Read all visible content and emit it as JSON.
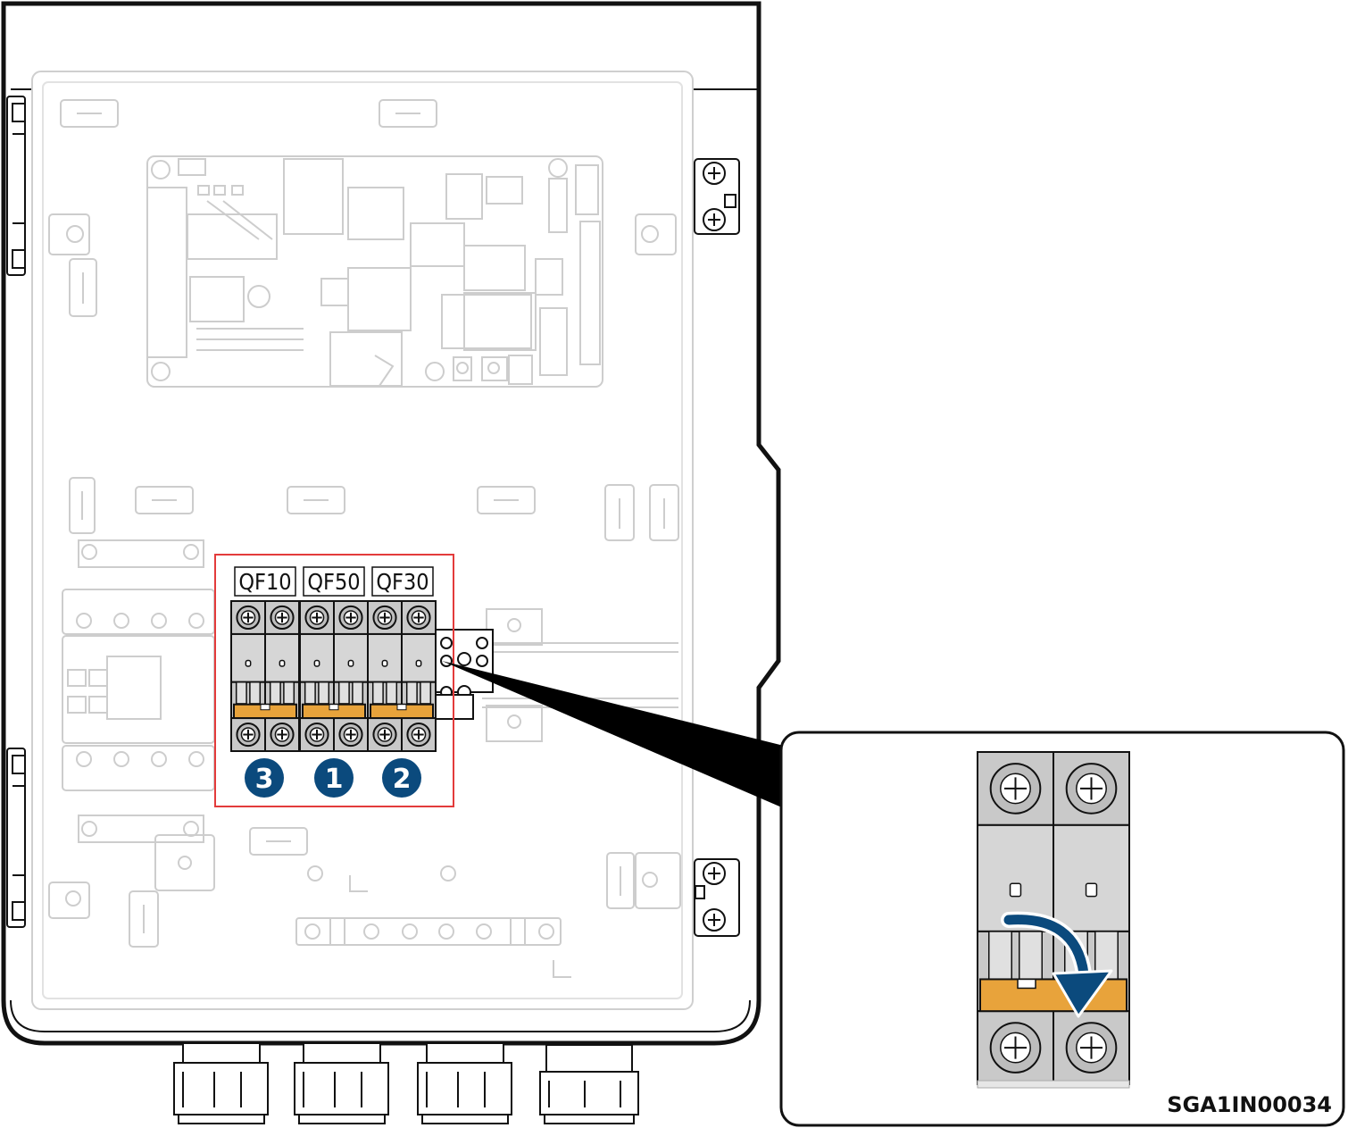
{
  "breakers": [
    {
      "label": "QF10",
      "number": "3"
    },
    {
      "label": "QF50",
      "number": "1"
    },
    {
      "label": "QF30",
      "number": "2"
    }
  ],
  "figure_code": "SGA1IN00034",
  "colors": {
    "outline": "#111111",
    "faded": "#c8c8c8",
    "breaker_body": "#c9c9c9",
    "toggle": "#e8a33b",
    "highlight": "#e33b3b",
    "badge": "#0b4a7d"
  },
  "icons": [
    "screw-icon",
    "curved-arrow-icon",
    "number-badge-icon"
  ]
}
